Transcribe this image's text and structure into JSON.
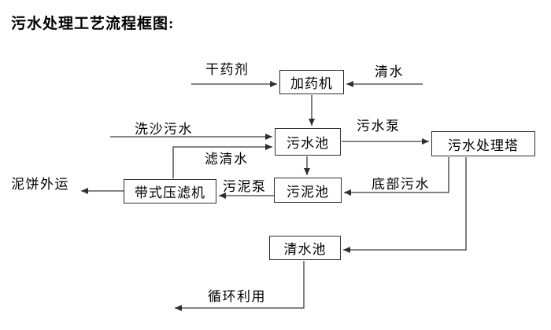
{
  "title": "污水处理工艺流程框图:",
  "nodes": {
    "dosing_machine": "加药机",
    "sewage_pool": "污水池",
    "treatment_tower": "污水处理塔",
    "sludge_pool": "污泥池",
    "belt_filter_press": "带式压滤机",
    "clear_water_pool": "清水池"
  },
  "edges": {
    "dry_chemical": "干药剂",
    "clear_water": "清水",
    "sand_washing_sewage": "洗沙污水",
    "sewage_pump": "污水泵",
    "filtered_clear_water": "滤清水",
    "sludge_pump": "污泥泵",
    "bottom_sewage": "底部污水",
    "mud_cake_transport": "泥饼外运",
    "recycling": "循环利用"
  },
  "connections": [
    {
      "from": "干药剂(外部)",
      "to": "加药机",
      "label": "干药剂"
    },
    {
      "from": "清水(外部)",
      "to": "加药机",
      "label": "清水"
    },
    {
      "from": "加药机",
      "to": "污水池",
      "label": ""
    },
    {
      "from": "洗沙污水(外部)",
      "to": "污水池",
      "label": "洗沙污水"
    },
    {
      "from": "带式压滤机",
      "to": "污水池",
      "label": "滤清水"
    },
    {
      "from": "污水池",
      "to": "污水处理塔",
      "label": "污水泵"
    },
    {
      "from": "污水池",
      "to": "污泥池",
      "label": ""
    },
    {
      "from": "污水处理塔",
      "to": "污泥池",
      "label": "底部污水"
    },
    {
      "from": "污泥池",
      "to": "带式压滤机",
      "label": "污泥泵"
    },
    {
      "from": "带式压滤机",
      "to": "外部",
      "label": "泥饼外运"
    },
    {
      "from": "污水处理塔",
      "to": "清水池",
      "label": ""
    },
    {
      "from": "清水池",
      "to": "外部",
      "label": "循环利用"
    }
  ],
  "colors": {
    "line": "#3a3a3a",
    "box_border": "#2e2e2e",
    "text": "#000000",
    "background": "#ffffff"
  }
}
